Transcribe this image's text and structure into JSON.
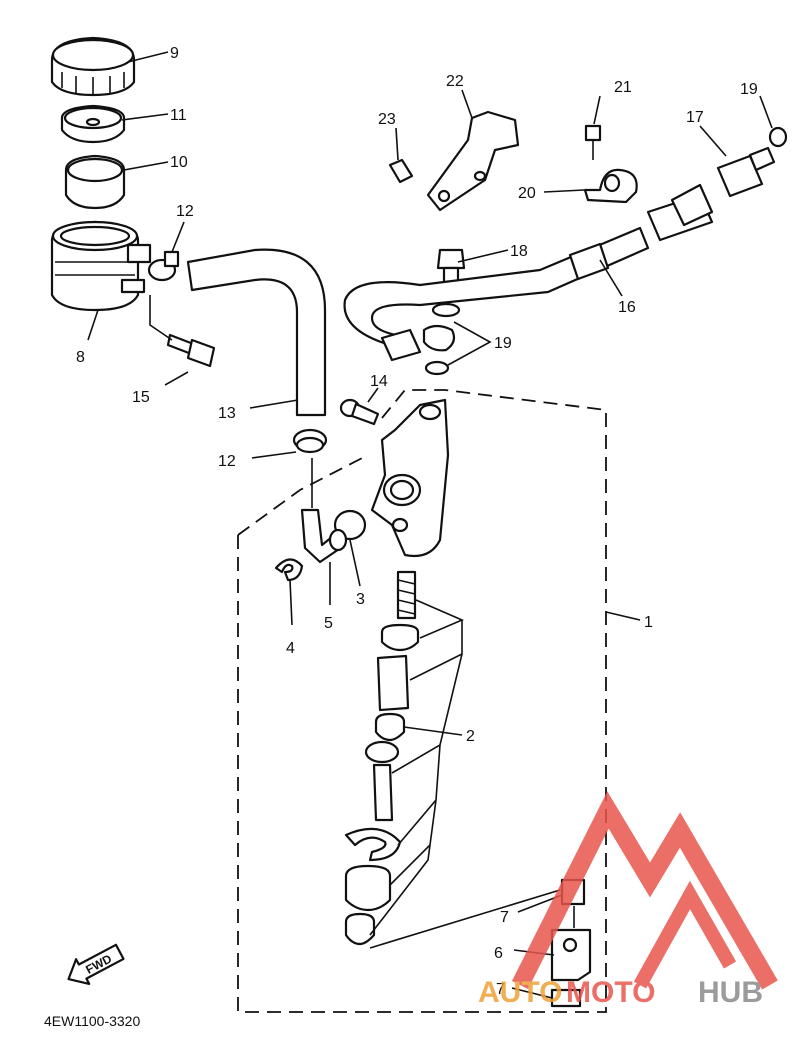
{
  "diagram": {
    "labels": {
      "p1": "1",
      "p2": "2",
      "p3": "3",
      "p4": "4",
      "p5": "5",
      "p6": "6",
      "p7a": "7",
      "p7b": "7",
      "p8": "8",
      "p9": "9",
      "p10": "10",
      "p11": "11",
      "p12a": "12",
      "p12b": "12",
      "p13": "13",
      "p14": "14",
      "p15": "15",
      "p16": "16",
      "p17": "17",
      "p18": "18",
      "p19a": "19",
      "p19b": "19",
      "p20": "20",
      "p21": "21",
      "p22": "22",
      "p23": "23"
    },
    "fwd_arrow": "FWD",
    "drawing_code": "4EW1100-3320"
  },
  "watermark": {
    "part1": "AUTO",
    "part2": "MOTO",
    "part3": "HUB",
    "colors": {
      "red": "#e8554d",
      "orange": "#f0a035",
      "grey": "#8a8a8a"
    }
  }
}
